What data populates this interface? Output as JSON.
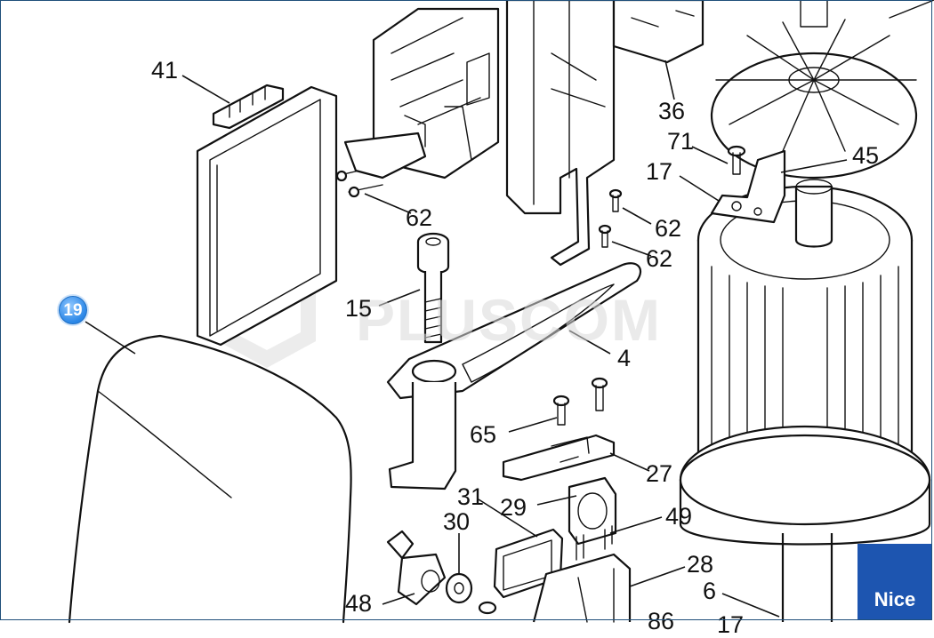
{
  "brand": {
    "name": "Nice",
    "color": "#1d55b0"
  },
  "watermark": {
    "text": "PLUSCOM"
  },
  "highlight": {
    "label": "19",
    "color": "#2a86e6"
  },
  "part_labels": [
    {
      "id": "41",
      "text": "41"
    },
    {
      "id": "36",
      "text": "36"
    },
    {
      "id": "71",
      "text": "71"
    },
    {
      "id": "45",
      "text": "45"
    },
    {
      "id": "17a",
      "text": "17"
    },
    {
      "id": "62a",
      "text": "62"
    },
    {
      "id": "62b",
      "text": "62"
    },
    {
      "id": "62c",
      "text": "62"
    },
    {
      "id": "15",
      "text": "15"
    },
    {
      "id": "4",
      "text": "4"
    },
    {
      "id": "65",
      "text": "65"
    },
    {
      "id": "27",
      "text": "27"
    },
    {
      "id": "31",
      "text": "31"
    },
    {
      "id": "29",
      "text": "29"
    },
    {
      "id": "30",
      "text": "30"
    },
    {
      "id": "49",
      "text": "49"
    },
    {
      "id": "28",
      "text": "28"
    },
    {
      "id": "6",
      "text": "6"
    },
    {
      "id": "48",
      "text": "48"
    },
    {
      "id": "86",
      "text": "86"
    },
    {
      "id": "17b",
      "text": "17"
    }
  ]
}
